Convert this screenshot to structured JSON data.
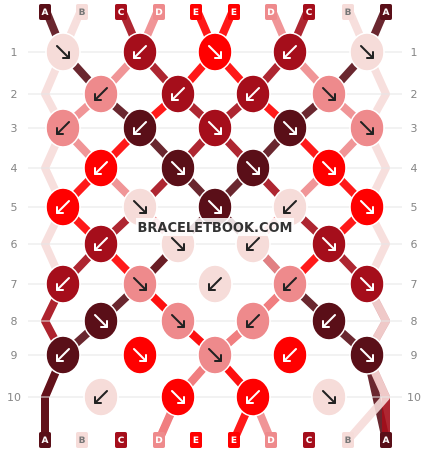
{
  "watermark": "BRACELETBOOK.COM",
  "colors": {
    "A": "#5a0f18",
    "B": "#f6dcd9",
    "C": "#a50e1b",
    "D": "#ee8a8c",
    "E": "#ff0000"
  },
  "thread_letters_top": [
    "A",
    "B",
    "C",
    "D",
    "E",
    "E",
    "D",
    "C",
    "B",
    "A"
  ],
  "thread_letters_bottom": [
    "A",
    "B",
    "C",
    "D",
    "E",
    "E",
    "D",
    "C",
    "B",
    "A"
  ],
  "row_labels": [
    "1",
    "2",
    "3",
    "4",
    "5",
    "6",
    "7",
    "8",
    "9",
    "10"
  ],
  "knots": [
    [
      [
        "B",
        "SE"
      ],
      [
        "C",
        "SW"
      ],
      [
        "E",
        "SE"
      ],
      [
        "C",
        "SW"
      ],
      [
        "B",
        "SE"
      ]
    ],
    [
      [
        "D",
        "SW"
      ],
      [
        "C",
        "SW"
      ],
      [
        "C",
        "SW"
      ],
      [
        "D",
        "SE"
      ]
    ],
    [
      [
        "D",
        "SW"
      ],
      [
        "A",
        "SW"
      ],
      [
        "C",
        "SE"
      ],
      [
        "A",
        "SE"
      ],
      [
        "D",
        "SE"
      ]
    ],
    [
      [
        "E",
        "SW"
      ],
      [
        "A",
        "SE"
      ],
      [
        "A",
        "SE"
      ],
      [
        "E",
        "SE"
      ]
    ],
    [
      [
        "E",
        "SW"
      ],
      [
        "B",
        "SE"
      ],
      [
        "A",
        "SE"
      ],
      [
        "B",
        "SW"
      ],
      [
        "E",
        "SE"
      ]
    ],
    [
      [
        "C",
        "SW"
      ],
      [
        "B",
        "SE"
      ],
      [
        "B",
        "SW"
      ],
      [
        "C",
        "SE"
      ]
    ],
    [
      [
        "C",
        "SW"
      ],
      [
        "D",
        "SE"
      ],
      [
        "B",
        "SW"
      ],
      [
        "D",
        "SW"
      ],
      [
        "C",
        "SE"
      ]
    ],
    [
      [
        "A",
        "SE"
      ],
      [
        "D",
        "SE"
      ],
      [
        "D",
        "SW"
      ],
      [
        "A",
        "SW"
      ]
    ],
    [
      [
        "A",
        "SW"
      ],
      [
        "E",
        "SE"
      ],
      [
        "D",
        "SE"
      ],
      [
        "E",
        "SW"
      ],
      [
        "A",
        "SE"
      ]
    ],
    [
      [
        "B",
        "SW"
      ],
      [
        "E",
        "SE"
      ],
      [
        "E",
        "SW"
      ],
      [
        "B",
        "SE"
      ]
    ]
  ]
}
